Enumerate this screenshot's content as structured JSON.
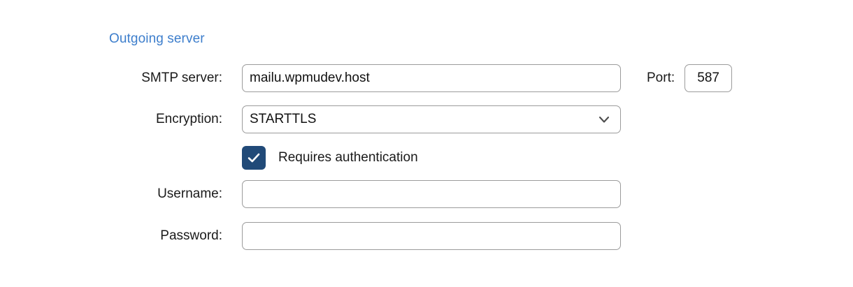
{
  "section": {
    "heading": "Outgoing server",
    "heading_color": "#3d7ecc"
  },
  "fields": {
    "smtp": {
      "label": "SMTP server:",
      "value": "mailu.wpmudev.host",
      "placeholder": ""
    },
    "port": {
      "label": "Port:",
      "value": "587",
      "placeholder": ""
    },
    "encryption": {
      "label": "Encryption:",
      "value": "STARTTLS",
      "chevron_icon": "chevron-down-icon"
    },
    "authentication": {
      "label": "Requires authentication",
      "checked": true,
      "checkbox_color": "#214a78",
      "check_icon": "checkmark-icon"
    },
    "username": {
      "label": "Username:",
      "value": "",
      "placeholder": ""
    },
    "password": {
      "label": "Password:",
      "value": "",
      "placeholder": ""
    }
  }
}
